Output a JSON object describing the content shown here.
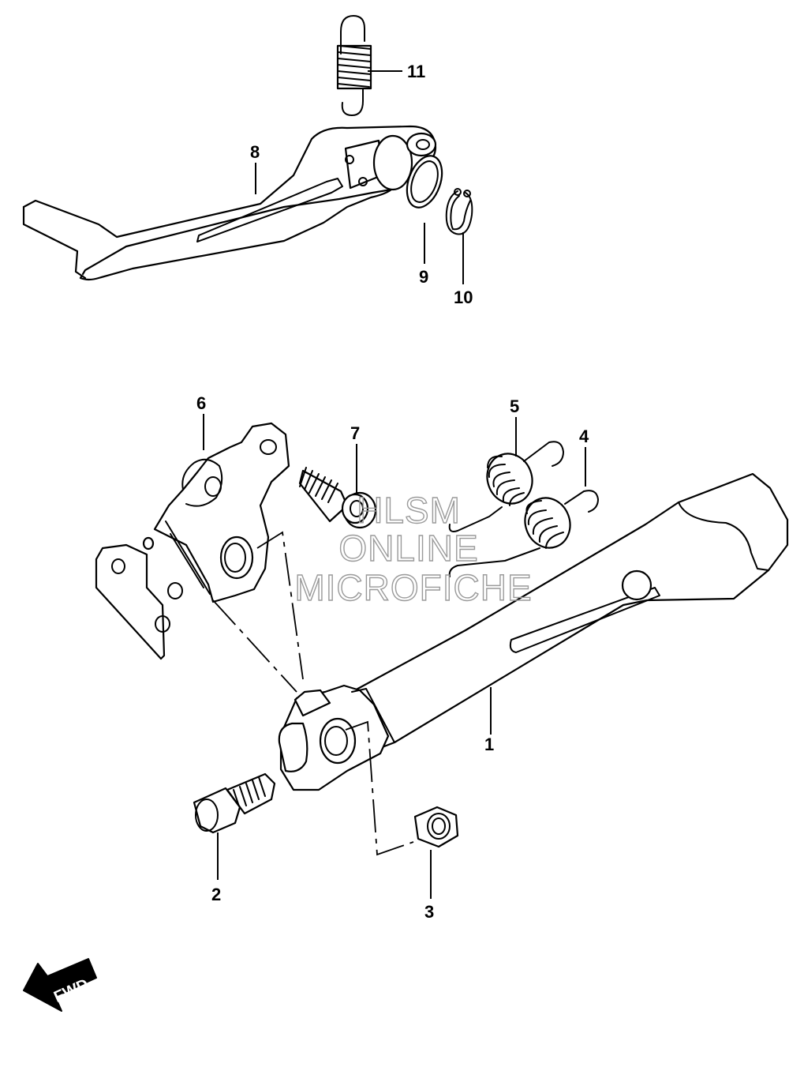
{
  "callouts": {
    "c1": "1",
    "c2": "2",
    "c3": "3",
    "c4": "4",
    "c5": "5",
    "c6": "6",
    "c7": "7",
    "c8": "8",
    "c9": "9",
    "c10": "10",
    "c11": "11"
  },
  "watermark": {
    "line1": "HLSM",
    "line2": "ONLINE",
    "line3": "MICROFICHE",
    "color": "#9a9a9a"
  },
  "direction_badge": {
    "label": "FWD",
    "icon": "forward-arrow-icon"
  },
  "colors": {
    "line": "#000000",
    "background": "#ffffff"
  }
}
